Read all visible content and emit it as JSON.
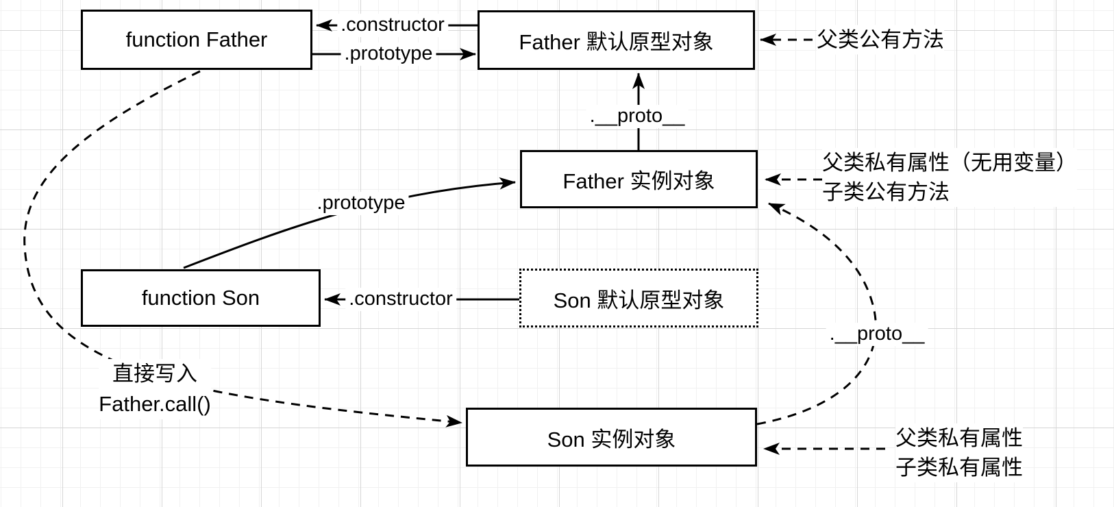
{
  "diagram": {
    "title_hint": "JavaScript prototype inheritance diagram",
    "boxes": {
      "function_father": "function Father",
      "father_prototype": "Father 默认原型对象",
      "father_instance": "Father 实例对象",
      "function_son": "function Son",
      "son_prototype": "Son 默认原型对象",
      "son_instance": "Son 实例对象"
    },
    "edge_labels": {
      "constructor_top": ".constructor",
      "prototype_top": ".prototype",
      "proto_top": ".__proto__",
      "prototype_son": ".prototype",
      "constructor_son": ".constructor",
      "proto_bottom": ".__proto__"
    },
    "annotations": {
      "father_proto_note": "父类公有方法",
      "father_instance_note_line1": "父类私有属性（无用变量）",
      "father_instance_note_line2": "子类公有方法",
      "son_instance_note_line1": "父类私有属性",
      "son_instance_note_line2": "子类私有属性",
      "call_note_line1": "直接写入",
      "call_note_line2": "Father.call()"
    },
    "colors": {
      "stroke": "#000000",
      "box_fill": "#ffffff",
      "grid_minor": "#f1f1f1",
      "grid_major": "#d6d6d6",
      "background": "#ffffff"
    }
  }
}
